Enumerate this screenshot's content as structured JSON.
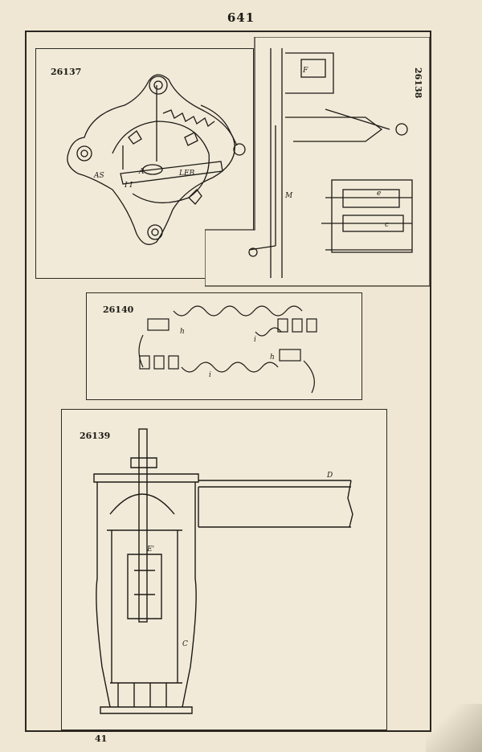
{
  "page": {
    "number": "641",
    "sheet_number": "41"
  },
  "figures": [
    {
      "id": "26137",
      "labels": [
        "A",
        "LEB",
        "AS",
        "I I"
      ]
    },
    {
      "id": "26138",
      "labels": [
        "F",
        "M",
        "e",
        "c"
      ]
    },
    {
      "id": "26140",
      "labels": [
        "h",
        "i",
        "h",
        "i"
      ]
    },
    {
      "id": "26139",
      "labels": [
        "D",
        "E'",
        "C"
      ]
    }
  ]
}
